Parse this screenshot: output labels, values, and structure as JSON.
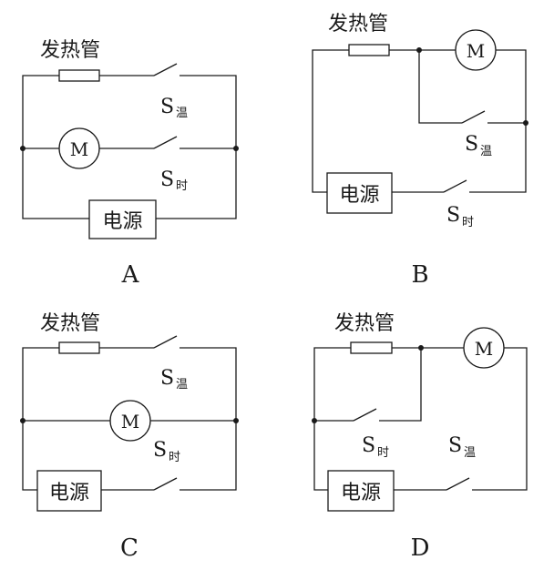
{
  "figure": {
    "description": "Four candidate circuit diagrams for a device with heater tube, motor, temperature switch and timer switch",
    "colors": {
      "line": "#1a1a1a",
      "background": "#ffffff"
    },
    "components": {
      "heater": "发热管",
      "motor": "M",
      "power": "电源",
      "switch_temp": {
        "main": "S",
        "sub": "温"
      },
      "switch_timer": {
        "main": "S",
        "sub": "时"
      }
    },
    "options": [
      {
        "label": "A",
        "topology": "heater + S温 branch in parallel with motor + S时 branch, both across power source"
      },
      {
        "label": "B",
        "topology": "heater in series; motor in parallel with S温; S时 in series with power source"
      },
      {
        "label": "C",
        "topology": "heater + S温 branch parallel with motor; S时 in series with power source"
      },
      {
        "label": "D",
        "topology": "heater in parallel with S时; motor and S温 in series with power source"
      }
    ]
  }
}
